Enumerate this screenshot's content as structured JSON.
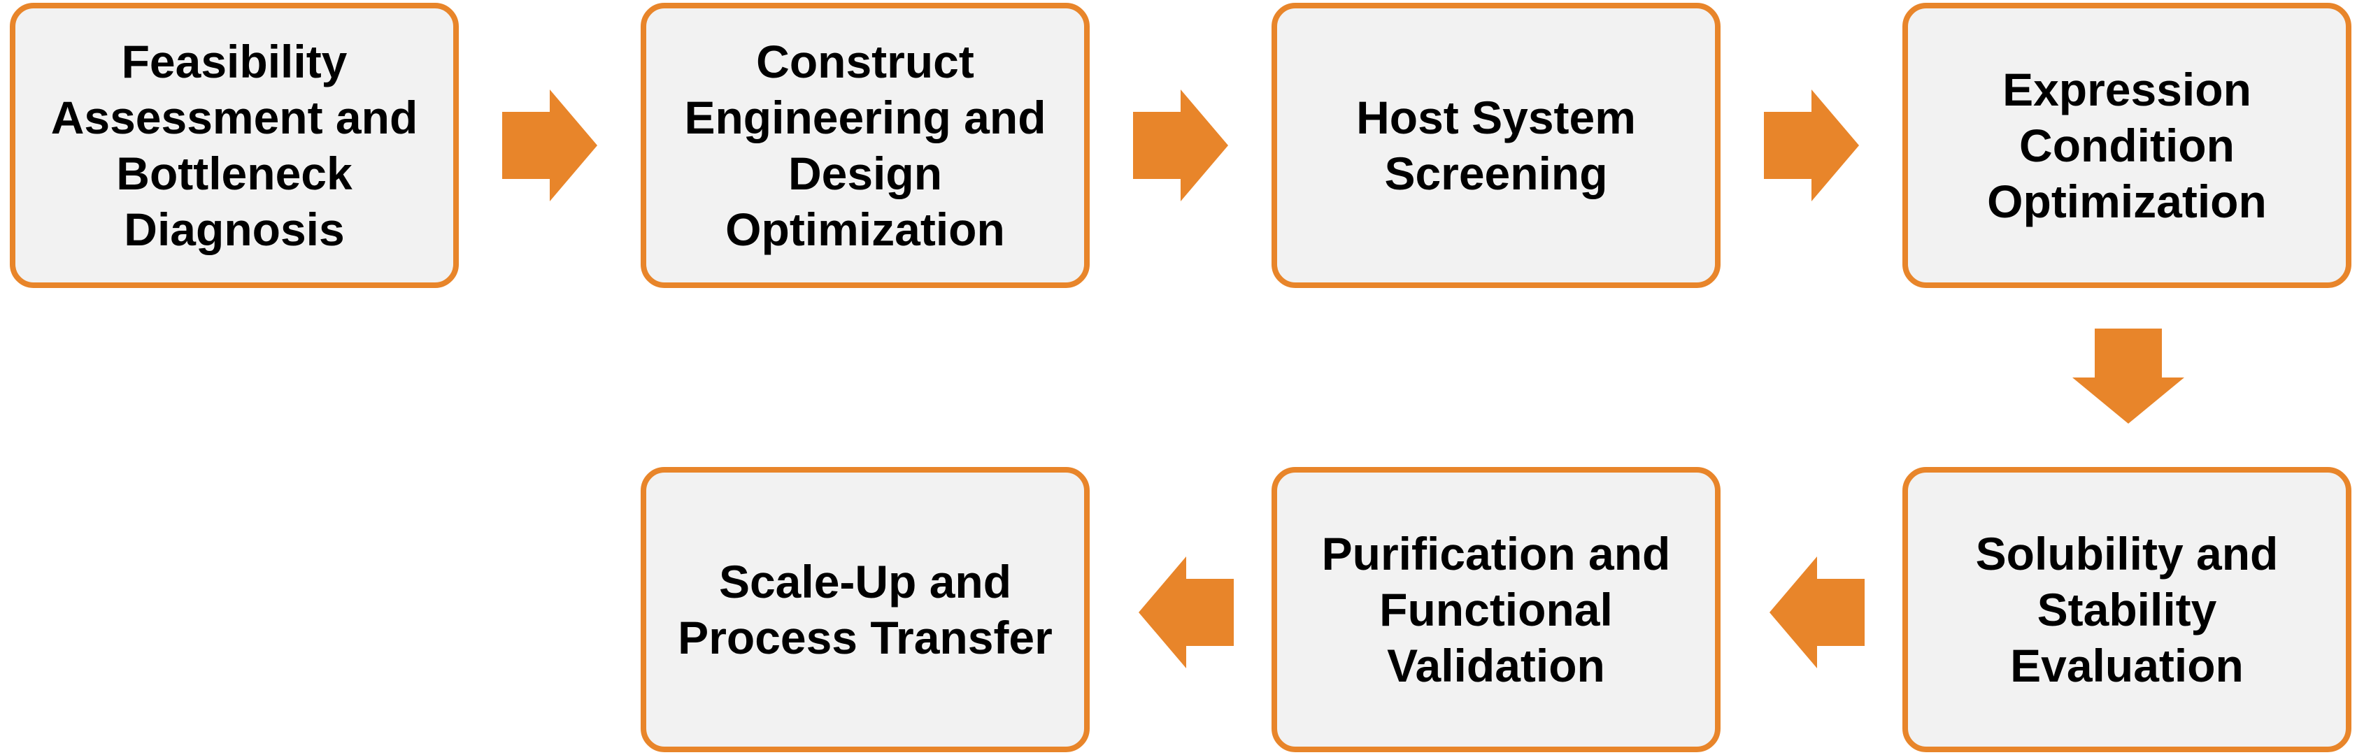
{
  "colors": {
    "accent": "#e8852a",
    "box_fill": "#f2f2f2",
    "text": "#000000"
  },
  "steps": [
    {
      "label": "Feasibility Assessment and Bottleneck Diagnosis"
    },
    {
      "label": "Construct Engineering and Design Optimization"
    },
    {
      "label": "Host System Screening"
    },
    {
      "label": "Expression Condition Optimization"
    },
    {
      "label": "Solubility and Stability Evaluation"
    },
    {
      "label": "Purification and Functional Validation"
    },
    {
      "label": "Scale-Up and Process Transfer"
    }
  ],
  "connectors": [
    {
      "from": 1,
      "to": 2,
      "direction": "right"
    },
    {
      "from": 2,
      "to": 3,
      "direction": "right"
    },
    {
      "from": 3,
      "to": 4,
      "direction": "right"
    },
    {
      "from": 4,
      "to": 5,
      "direction": "down"
    },
    {
      "from": 5,
      "to": 6,
      "direction": "left"
    },
    {
      "from": 6,
      "to": 7,
      "direction": "left"
    }
  ]
}
